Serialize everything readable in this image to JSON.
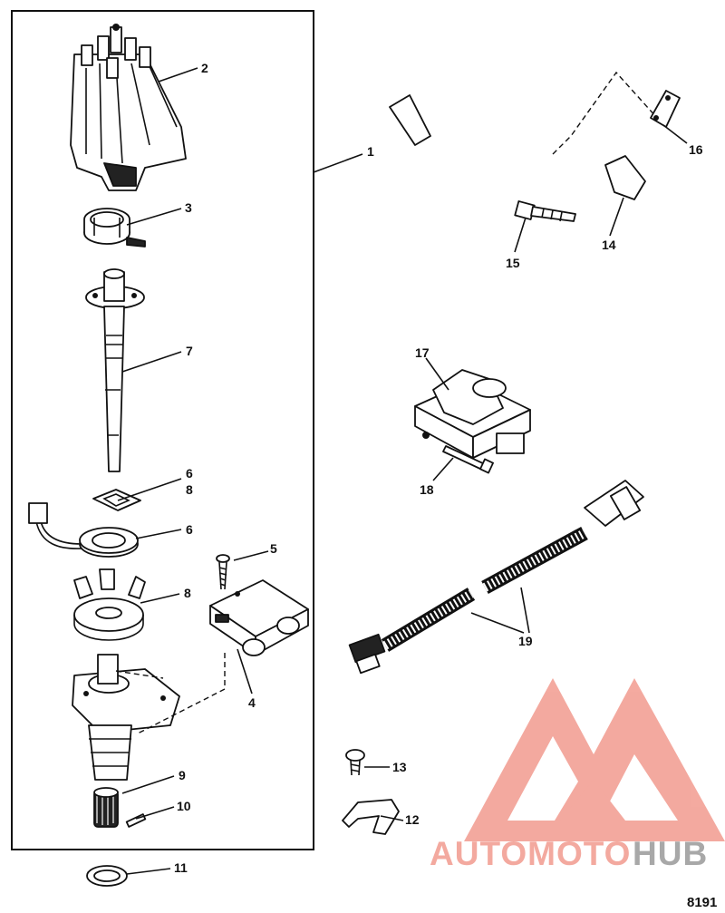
{
  "figure_number": "8191",
  "callouts": {
    "c1": "1",
    "c2": "2",
    "c3": "3",
    "c4": "4",
    "c5": "5",
    "c6a": "6",
    "c6b": "6",
    "c7": "7",
    "c8a": "8",
    "c8b": "8",
    "c9": "9",
    "c10": "10",
    "c11": "11",
    "c12": "12",
    "c13": "13",
    "c14": "14",
    "c15": "15",
    "c16": "16",
    "c17": "17",
    "c18": "18",
    "c19": "19"
  },
  "watermark": {
    "part1": "AUTOMOTO",
    "part2": "HUB",
    "color_main": "#f29b8f",
    "color_hub": "#9a9a9a"
  }
}
